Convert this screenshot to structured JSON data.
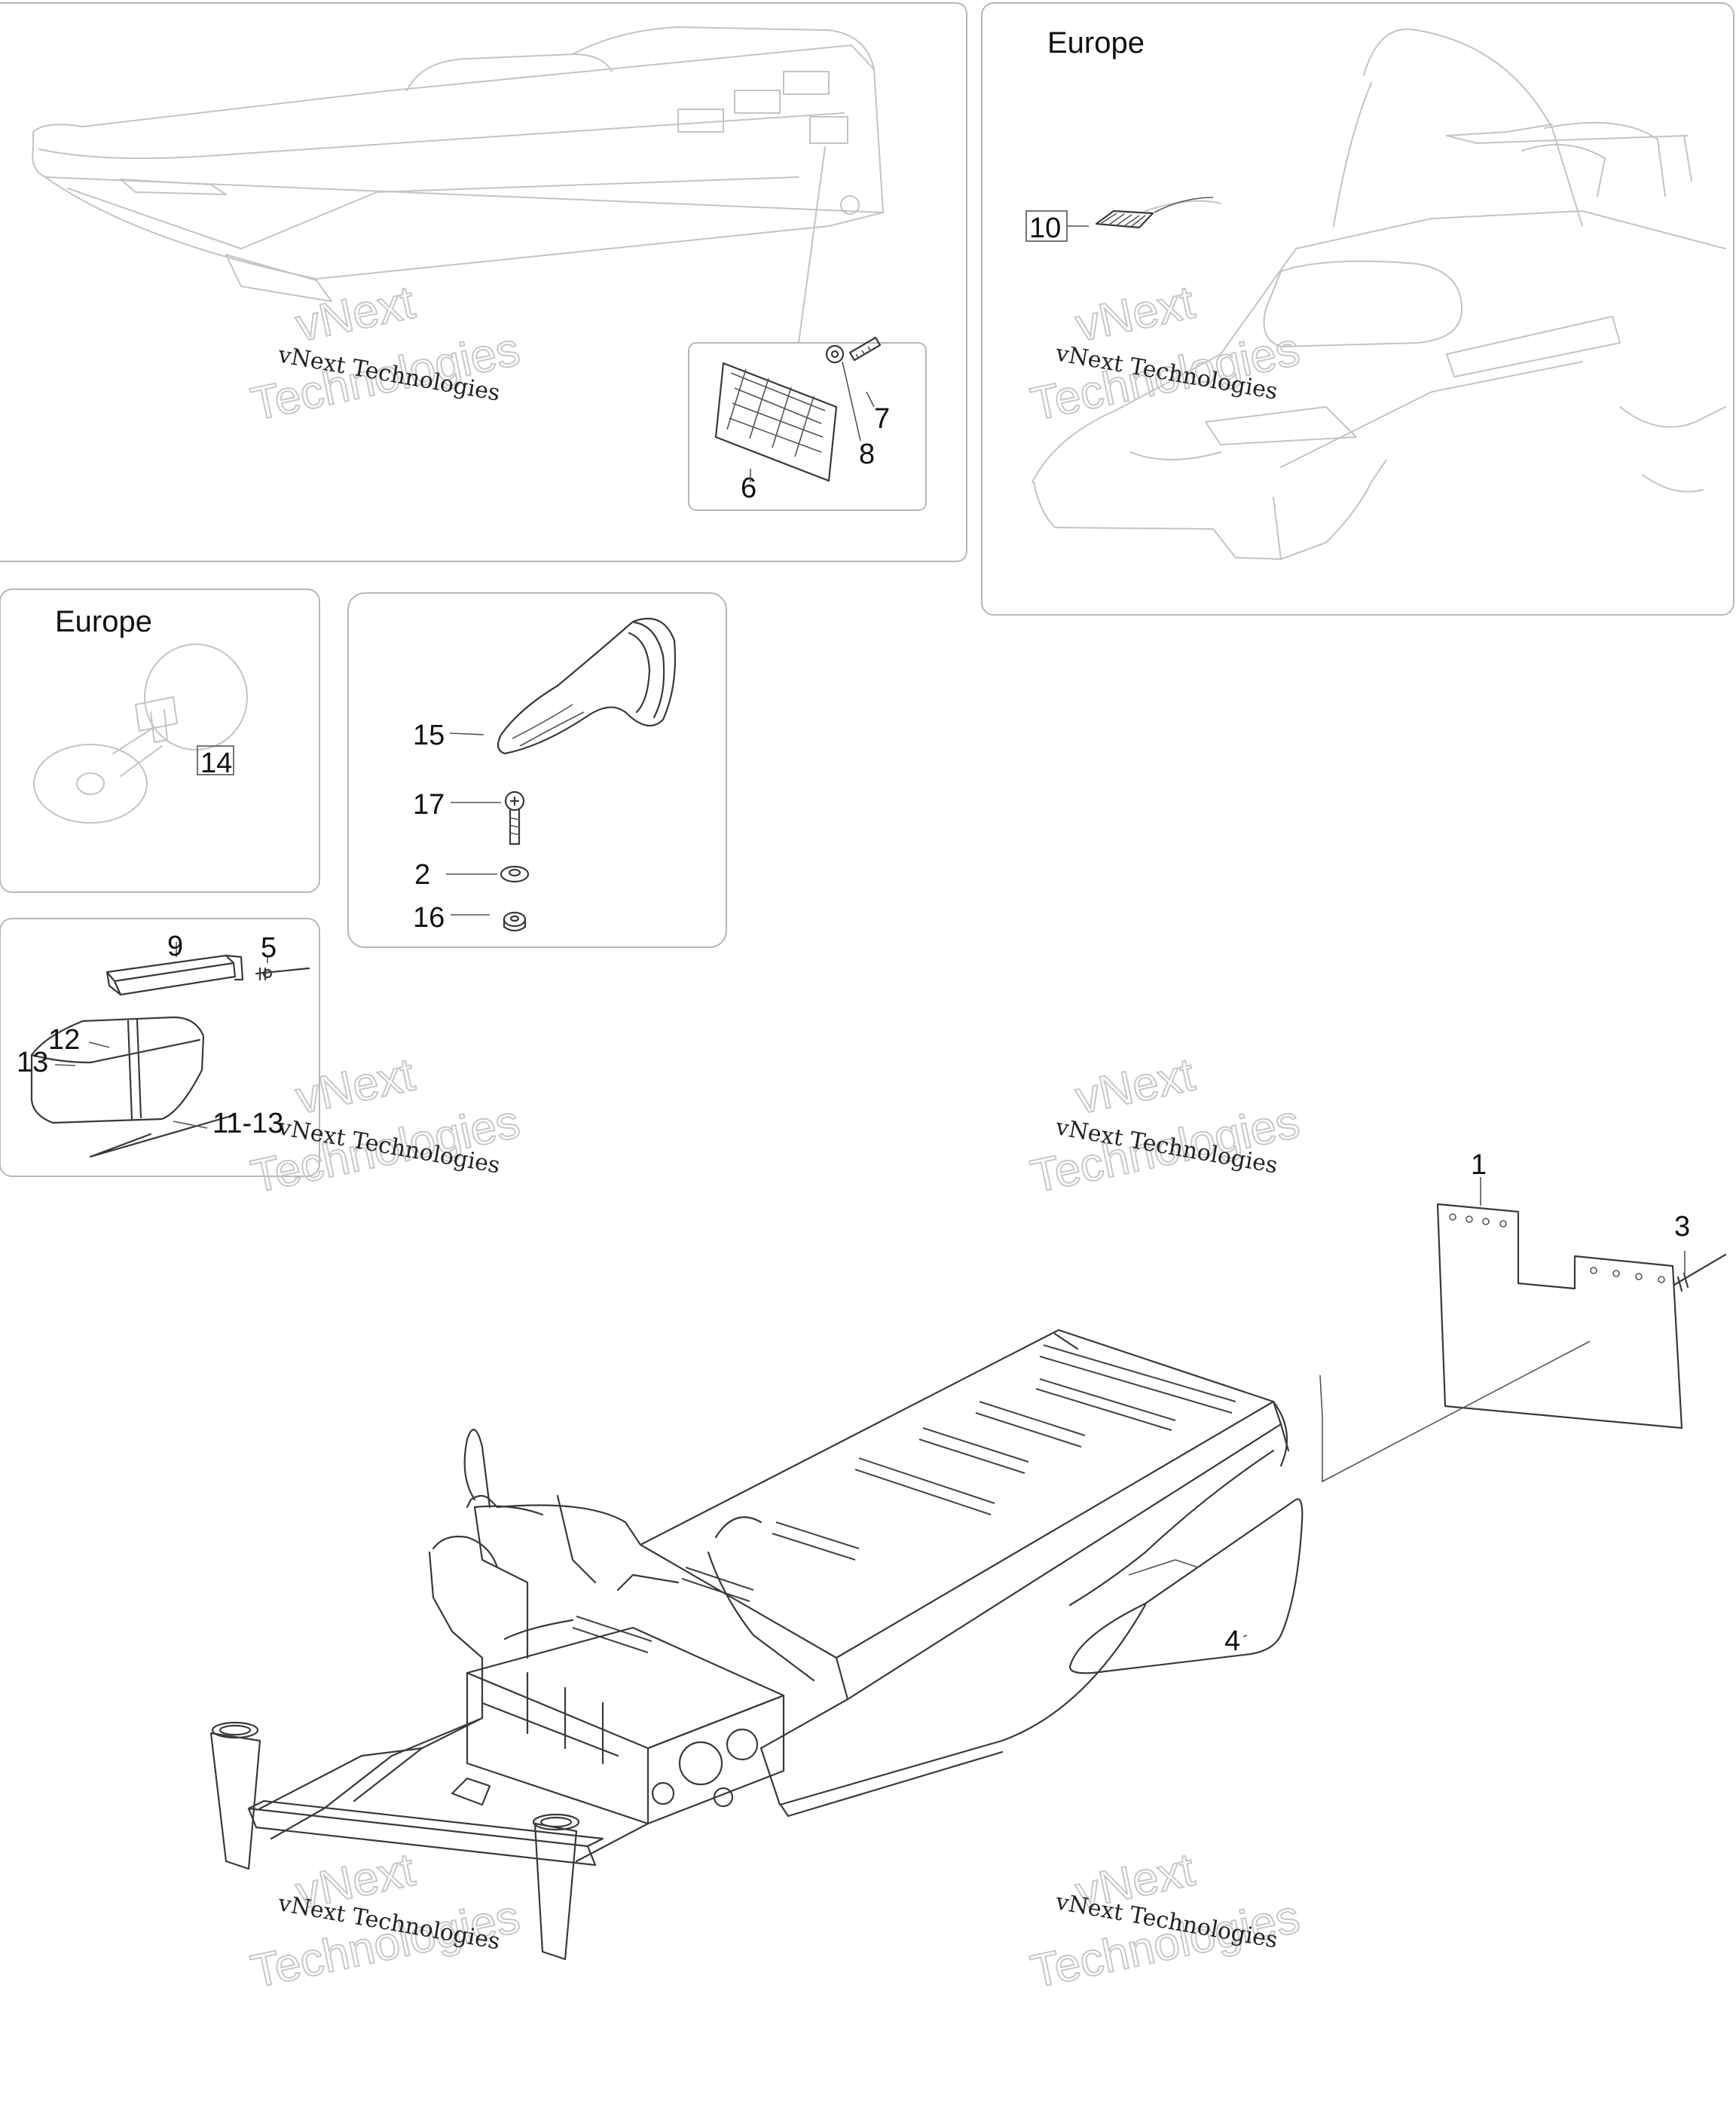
{
  "panels": {
    "top_right_label": "Europe",
    "horn_label": "Europe"
  },
  "callouts": {
    "c1": "1",
    "c2": "2",
    "c3": "3",
    "c4": "4",
    "c5": "5",
    "c6": "6",
    "c7": "7",
    "c8": "8",
    "c9": "9",
    "c10": "10",
    "c11_13": "11-13",
    "c12": "12",
    "c13": "13",
    "c14": "14",
    "c15": "15",
    "c16": "16",
    "c17": "17"
  },
  "watermarks": {
    "line1": "vNext",
    "line2": "vNext Technologies",
    "line3": "Technologies"
  }
}
